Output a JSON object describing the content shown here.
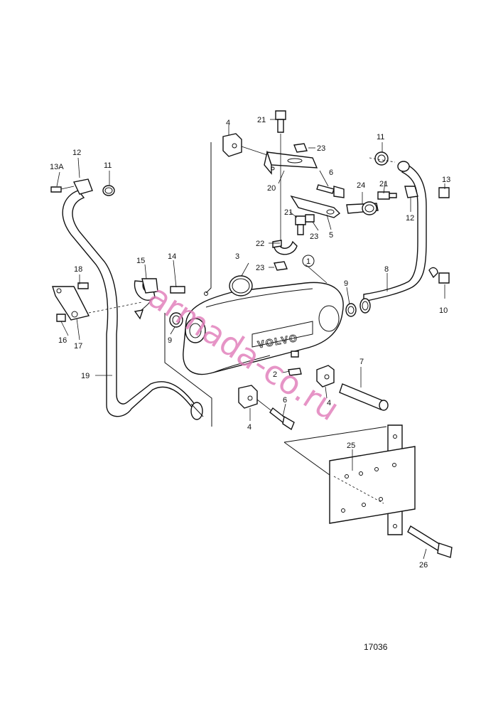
{
  "diagram": {
    "labels": {
      "l1": "1",
      "l2": "2",
      "l3": "3",
      "l4a": "4",
      "l4b": "4",
      "l4c": "4",
      "l5": "5",
      "l6a": "6",
      "l6b": "6",
      "l7": "7",
      "l8": "8",
      "l9a": "9",
      "l9b": "9",
      "l10": "10",
      "l11a": "11",
      "l11b": "11",
      "l12a": "12",
      "l12b": "12",
      "l13": "13",
      "l13a": "13A",
      "l14": "14",
      "l15": "15",
      "l16": "16",
      "l17": "17",
      "l18": "18",
      "l19": "19",
      "l20": "20",
      "l21a": "21",
      "l21b": "21",
      "l21c": "21",
      "l22": "22",
      "l23a": "23",
      "l23b": "23",
      "l23c": "23",
      "l24": "24",
      "l25": "25",
      "l26": "26"
    },
    "plate_text": "VOLVO",
    "figure_number": "17036",
    "watermark": "armada-co.ru"
  }
}
